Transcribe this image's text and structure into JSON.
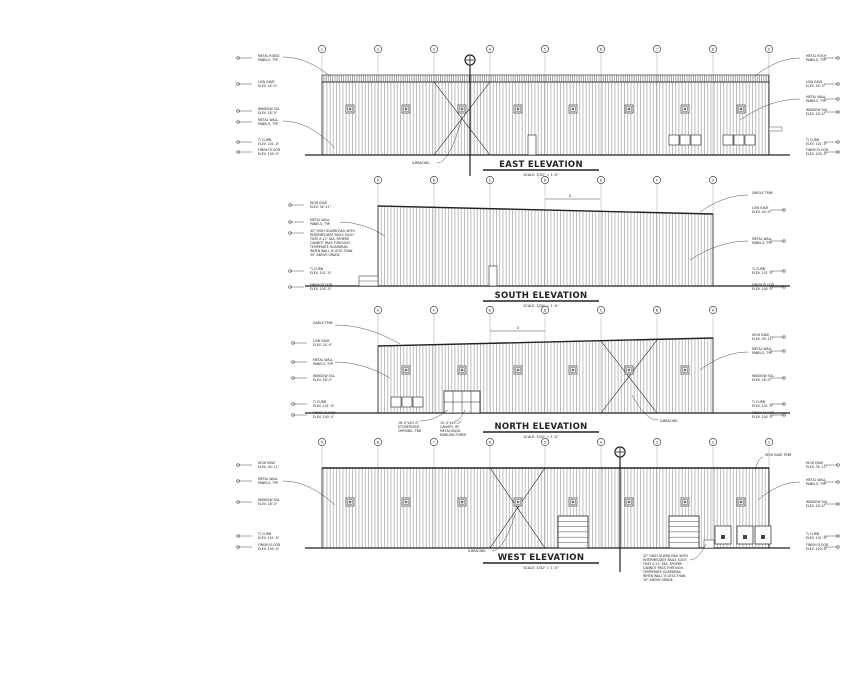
{
  "sheet": {
    "scale_note": "SCALE: 3/32\" = 1'-0\"",
    "dim_letter": "X"
  },
  "east": {
    "title": "EAST ELEVATION",
    "grid_labels": [
      "1",
      "2",
      "3",
      "4",
      "5",
      "6",
      "7",
      "8",
      "9"
    ],
    "notes_left": [
      [
        "METAL RIDGE",
        "PANELS, TYP."
      ],
      [
        "LOW EAVE",
        "ELEV. 24'-0\""
      ],
      [
        "WINDOW SILL",
        "ELEV. 18'-0\""
      ],
      [
        "METAL WALL",
        "PANELS, TYP."
      ],
      [
        "T/ CURB",
        "ELEV. 101'-0\""
      ],
      [
        "FINISH FLOOR",
        "ELEV. 100'-0\""
      ]
    ],
    "notes_right": [
      [
        "METAL ROOF",
        "PANELS, TYP."
      ],
      [
        "LOW EAVE",
        "ELEV. 24'-0\""
      ],
      [
        "METAL WALL",
        "PANELS, TYP."
      ],
      [
        "WINDOW SILL",
        "ELEV. 18'-0\""
      ],
      [
        "T/ CURB",
        "ELEV. 101'-0\""
      ],
      [
        "FINISH FLOOR",
        "ELEV. 100'-0\""
      ]
    ],
    "bracing": "X-BRACING"
  },
  "south": {
    "title": "SOUTH ELEVATION",
    "grid_labels": [
      "A",
      "B",
      "C",
      "D",
      "E",
      "F",
      "G"
    ],
    "notes_left": [
      [
        "HIGH EAVE",
        "ELEV. 34'-11\""
      ],
      [
        "METAL WALL",
        "PANELS, TYP."
      ],
      [
        "42\" HIGH GUARD RAIL WITH",
        "INTERMEDIATE RAILS SUCH",
        "THAT A 21\" DIA. SPHERE",
        "CANNOT PASS THROUGH.",
        "TEMPERATE GUARDRAIL",
        "WHEN WALL IS LESS THAN",
        "30\" ABOVE GRADE"
      ],
      [
        "T/ CURB",
        "ELEV. 101'-0\""
      ],
      [
        "FINISH FLOOR",
        "ELEV. 100'-0\""
      ]
    ],
    "notes_right": [
      [
        "SINGLE TRIM"
      ],
      [
        "LOW EAVE",
        "ELEV. 24'-0\""
      ],
      [
        "METAL WALL",
        "PANELS, TYP."
      ],
      [
        "T/ CURB",
        "ELEV. 101'-0\""
      ],
      [
        "FINISH FLOOR",
        "ELEV. 100'-0\""
      ]
    ]
  },
  "north": {
    "title": "NORTH ELEVATION",
    "grid_labels": [
      "G",
      "F",
      "E",
      "D",
      "C",
      "B",
      "A"
    ],
    "notes_left": [
      [
        "GABLE TRIM"
      ],
      [
        "LOW EAVE",
        "ELEV. 24'-0\""
      ],
      [
        "METAL WALL",
        "PANELS, TYP."
      ],
      [
        "WINDOW SILL",
        "ELEV. 18'-0\""
      ],
      [
        "T/ CURB",
        "ELEV. 101'-0\""
      ],
      [
        "FINISH FLOOR",
        "ELEV. 100'-0\""
      ]
    ],
    "notes_right": [
      [
        "HIGH EAVE",
        "ELEV. 34'-11\""
      ],
      [
        "METAL WALL",
        "PANELS, TYP."
      ],
      [
        "WINDOW SILL",
        "ELEV. 18'-0\""
      ],
      [
        "T/ CURB",
        "ELEV. 101'-0\""
      ],
      [
        "FINISH FLOOR",
        "ELEV. 100'-0\""
      ]
    ],
    "storefront": [
      "16'-0\"x10'-0\"",
      "STOREFRONT",
      "OPENING, TBD"
    ],
    "canopy": [
      "15'-0\"x15'-0\"",
      "CANOPY, BY",
      "METAL BLDG.",
      "MANUFACTURER"
    ],
    "bracing": "X-BRACING"
  },
  "west": {
    "title": "WEST ELEVATION",
    "grid_labels": [
      "9",
      "8",
      "7",
      "6",
      "5",
      "4",
      "3",
      "2",
      "1"
    ],
    "notes_left": [
      [
        "HIGH EAVE",
        "ELEV. 34'-11\""
      ],
      [
        "METAL WALL",
        "PANELS, TYP."
      ],
      [
        "WINDOW SILL",
        "ELEV. 18'-0\""
      ],
      [
        "T/ CURB",
        "ELEV. 101'-0\""
      ],
      [
        "FINISH FLOOR",
        "ELEV. 100'-0\""
      ]
    ],
    "notes_right": [
      [
        "HIGH EAVE",
        "ELEV. 34'-11\""
      ],
      [
        "METAL WALL",
        "PANELS, TYP."
      ],
      [
        "WINDOW SILL",
        "ELEV. 18'-0\""
      ],
      [
        "T/ CURB",
        "ELEV. 101'-0\""
      ],
      [
        "FINISH FLOOR",
        "ELEV. 100'-0\""
      ]
    ],
    "top_right_trim": "HIGH EAVE TRIM",
    "guardrail": [
      "42\" HIGH GUARD RAIL WITH",
      "INTERMEDIATE RAILS SUCH",
      "THAT A 21\" DIA. SPHERE",
      "CANNOT PASS THROUGH.",
      "TEMPERATE GUARDRAIL",
      "WHEN WALL IS LESS THAN",
      "30\" ABOVE GRADE"
    ],
    "bracing": "X-BRACING"
  }
}
